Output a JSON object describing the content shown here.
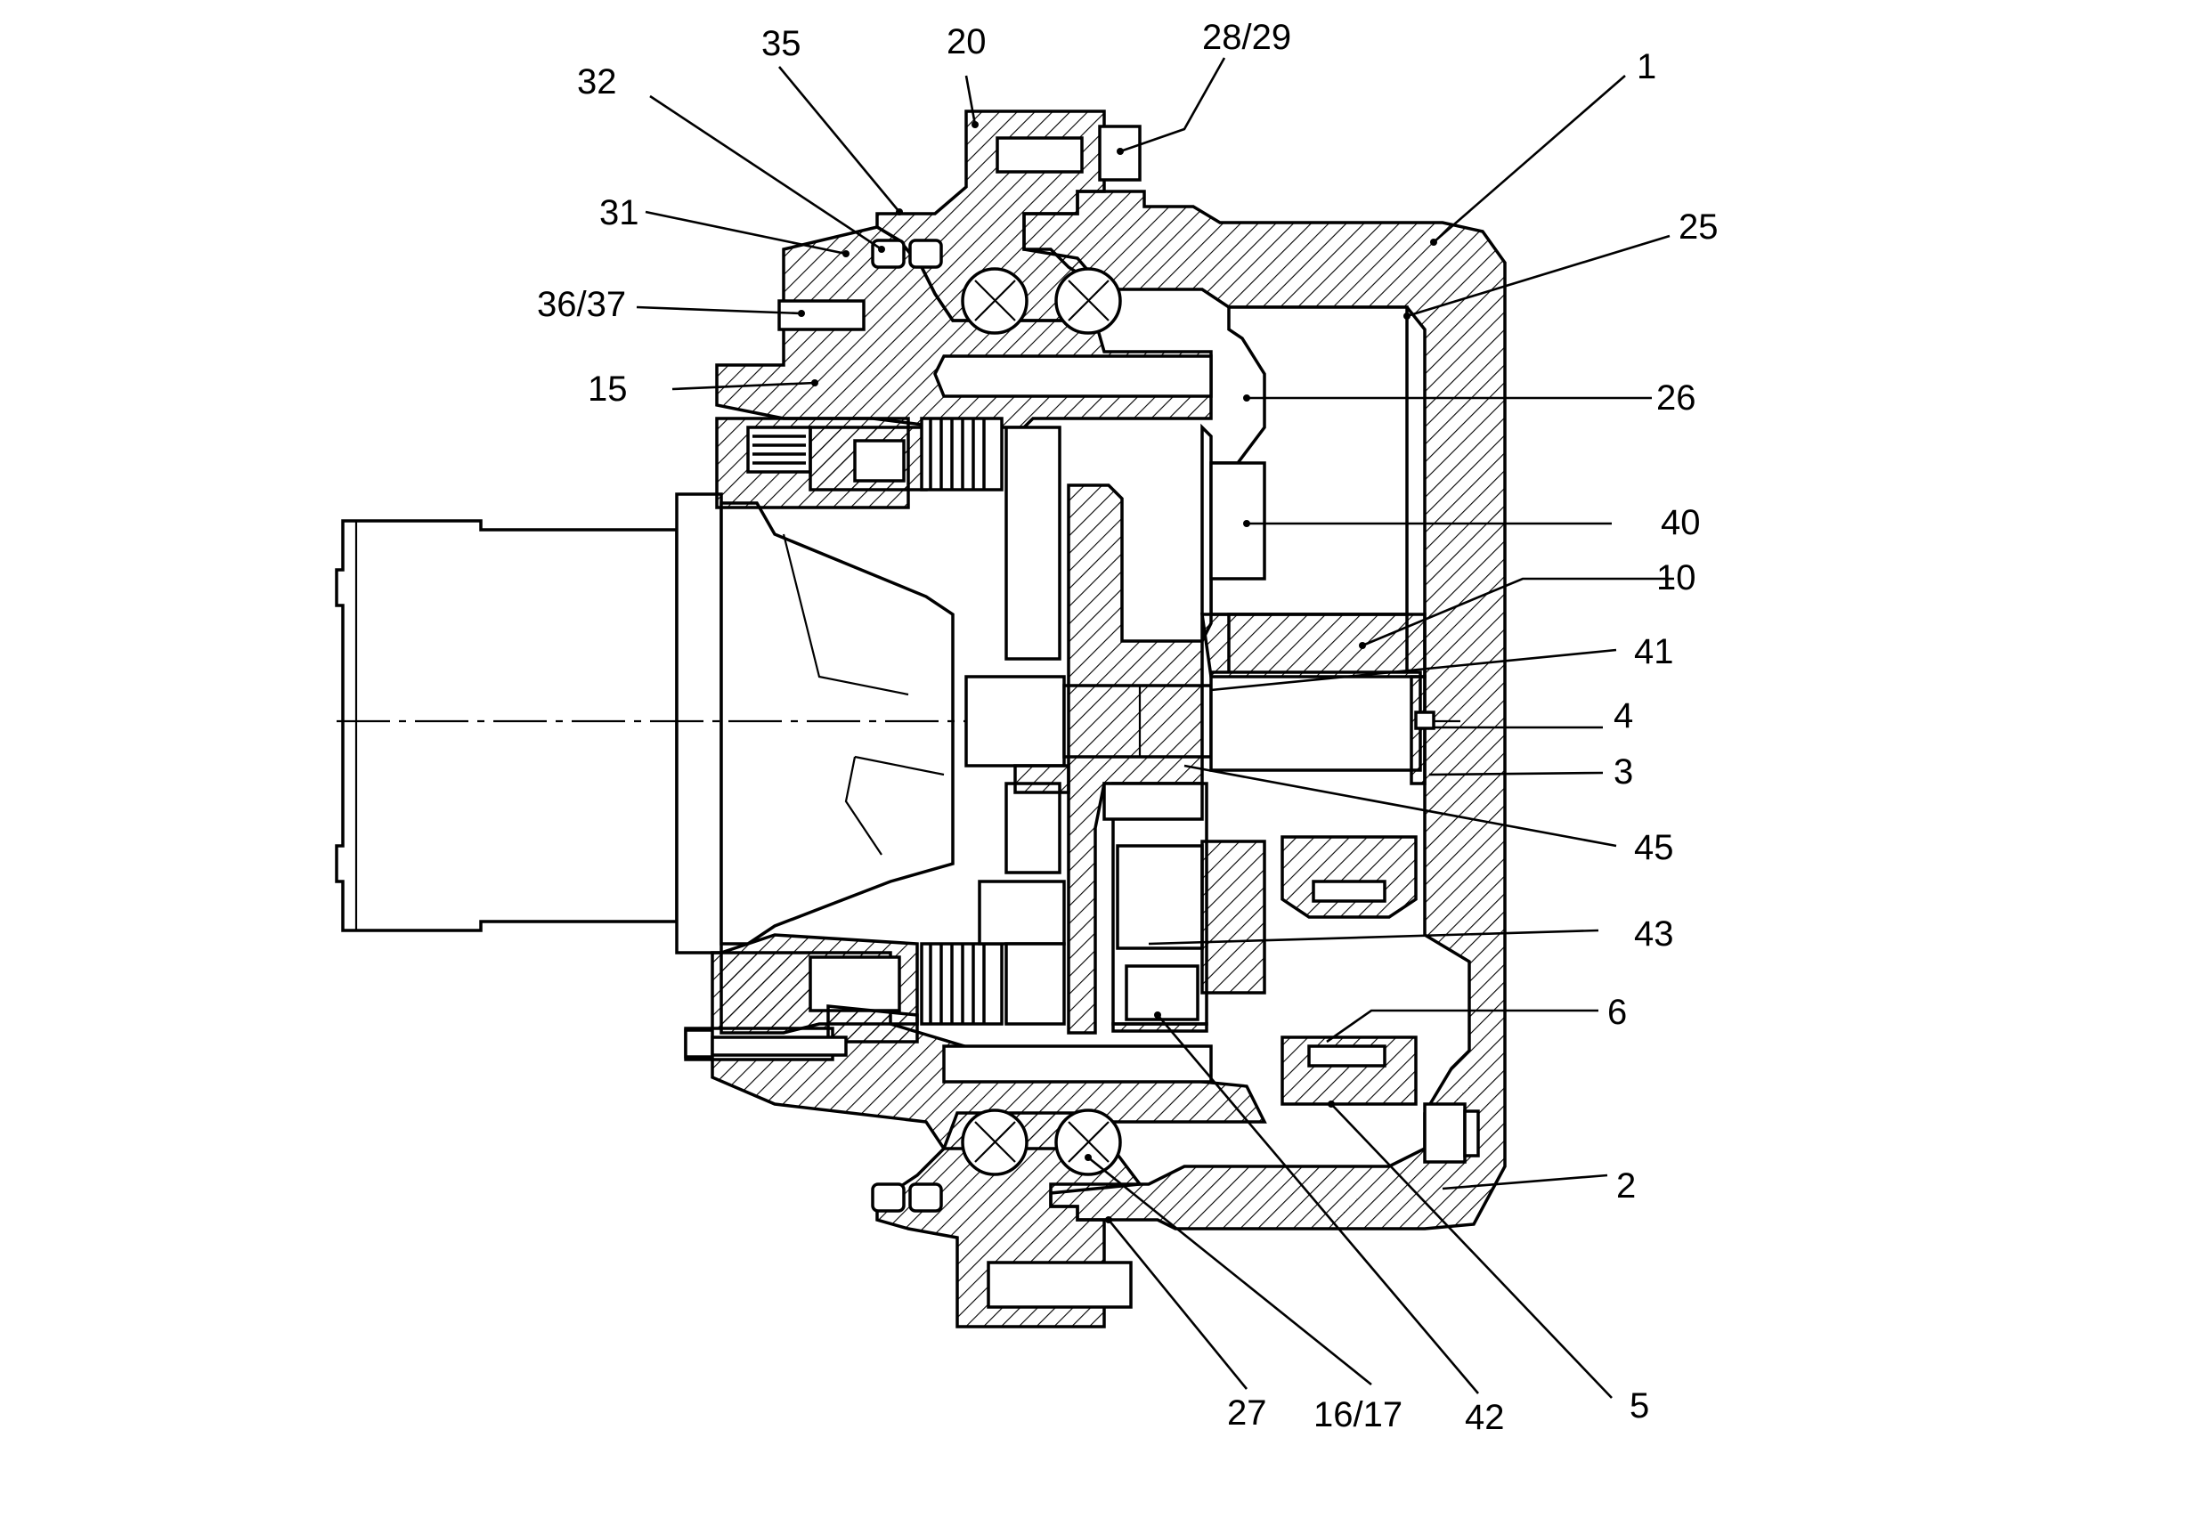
{
  "callouts": {
    "c1": "1",
    "c2": "2",
    "c3": "3",
    "c4": "4",
    "c5": "5",
    "c6": "6",
    "c10": "10",
    "c15": "15",
    "c1617": "16/17",
    "c20": "20",
    "c25": "25",
    "c26": "26",
    "c27": "27",
    "c2829": "28/29",
    "c31": "31",
    "c32": "32",
    "c35": "35",
    "c3637": "36/37",
    "c40": "40",
    "c41": "41",
    "c42": "42",
    "c43": "43",
    "c45": "45"
  }
}
